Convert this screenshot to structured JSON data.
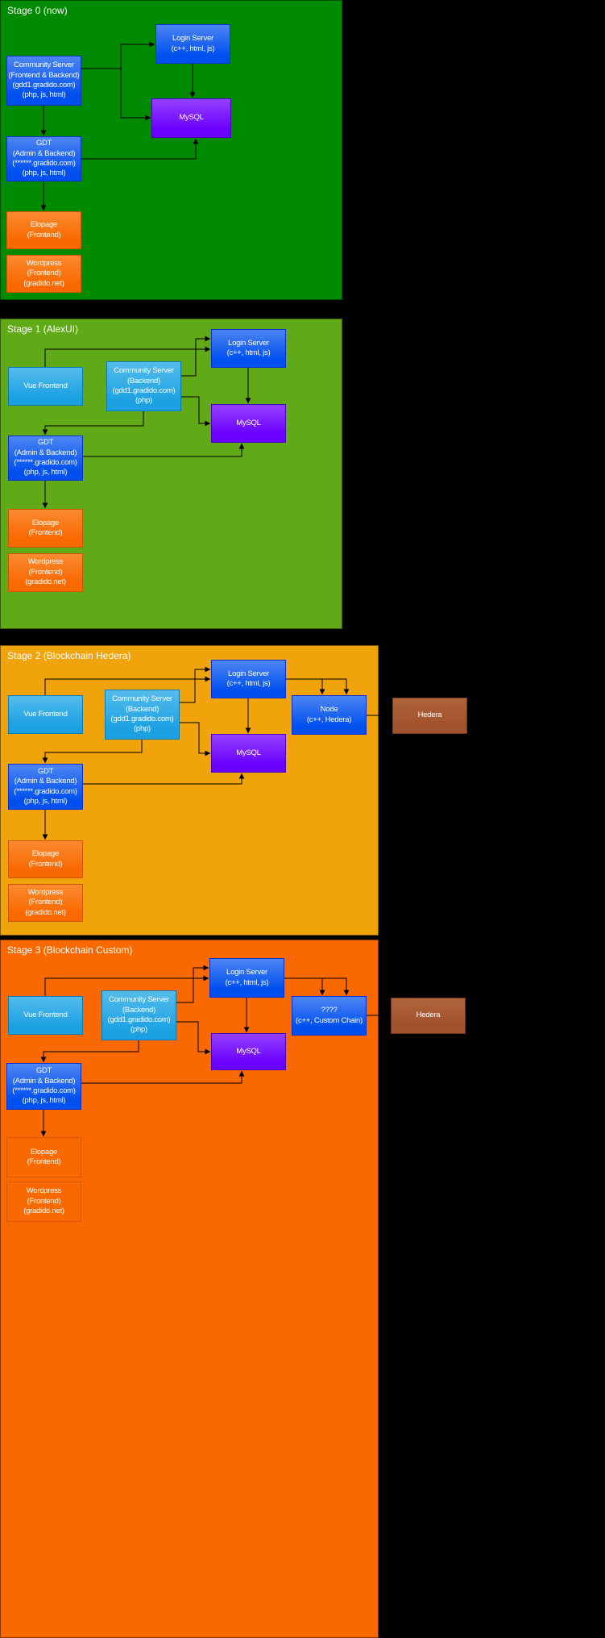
{
  "panels": [
    {
      "title": "Stage 0 (now)",
      "boxes": {
        "community_server": "Community Server\n(Frontend & Backend)\n(gdd1.gradido.com)\n(php, js, html)",
        "login_server": "Login Server\n(c++, html, js)",
        "mysql": "MySQL",
        "gdt": "GDT\n(Admin & Backend)\n(******.gradido.com)\n(php, js, html)",
        "elopage": "Elopage\n(Frontend)",
        "wordpress": "Wordpress\n(Frontend)\n(gradido.net)"
      }
    },
    {
      "title": "Stage 1 (AlexUI)",
      "boxes": {
        "vue_frontend": "Vue Frontend",
        "community_server": "Community Server\n(Backend)\n(gdd1.gradido.com)\n(php)",
        "login_server": "Login Server\n(c++, html, js)",
        "mysql": "MySQL",
        "gdt": "GDT\n(Admin & Backend)\n(******.gradido.com)\n(php, js, html)",
        "elopage": "Elopage\n(Frontend)",
        "wordpress": "Wordpress\n(Frontend)\n(gradido.net)"
      }
    },
    {
      "title": "Stage 2 (Blockchain Hedera)",
      "boxes": {
        "vue_frontend": "Vue Frontend",
        "community_server": "Community Server\n(Backend)\n(gdd1.gradido.com)\n(php)",
        "login_server": "Login Server\n(c++, html, js)",
        "node": "Node\n(c++, Hedera)",
        "hedera": "Hedera",
        "mysql": "MySQL",
        "gdt": "GDT\n(Admin & Backend)\n(******.gradido.com)\n(php, js, html)",
        "elopage": "Elopage\n(Frontend)",
        "wordpress": "Wordpress\n(Frontend)\n(gradido.net)"
      }
    },
    {
      "title": "Stage 3 (Blockchain Custom)",
      "boxes": {
        "vue_frontend": "Vue Frontend",
        "community_server": "Community Server\n(Backend)\n(gdd1.gradido.com)\n(php)",
        "login_server": "Login Server\n(c++, html, js)",
        "custom_chain": "????\n(c++, Custom Chain)",
        "hedera": "Hedera",
        "mysql": "MySQL",
        "gdt": "GDT\n(Admin & Backend)\n(******.gradido.com)\n(php, js, html)",
        "elopage": "Elopage\n(Frontend)",
        "wordpress": "Wordpress\n(Frontend)\n(gradido.net)"
      }
    }
  ],
  "colors": {
    "stage0_bg": "#008a00",
    "stage1_bg": "#60a917",
    "stage2_bg": "#f0a30a",
    "stage3_bg": "#fa6800",
    "blue_node": "#0050ef",
    "light_blue_node": "#1ba1e2",
    "purple_node": "#6a00ff",
    "orange_node": "#fa6800",
    "brown_node": "#a0522d",
    "connector": "#000000"
  }
}
